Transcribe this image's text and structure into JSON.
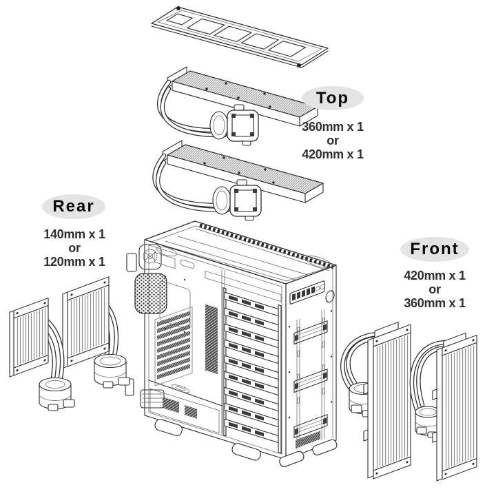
{
  "style": {
    "background": "#ffffff",
    "line_color": "#2b2b2b",
    "callout_bg": "#e4e4e4",
    "callout_text": "#0a0a0a",
    "spec_text": "#2e2e2e"
  },
  "callouts": {
    "top": {
      "label": "Top",
      "option1": "360mm x 1",
      "conjunction": "or",
      "option2": "420mm x 1"
    },
    "rear": {
      "label": "Rear",
      "option1": "140mm x 1",
      "conjunction": "or",
      "option2": "120mm x 1"
    },
    "front": {
      "label": "Front",
      "option1": "420mm x 1",
      "conjunction": "or",
      "option2": "360mm x 1"
    }
  }
}
